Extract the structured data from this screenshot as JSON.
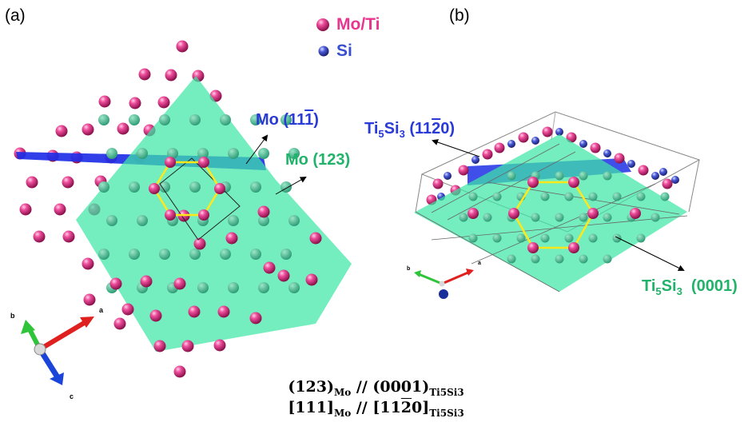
{
  "panels": {
    "a": "(a)",
    "b": "(b)"
  },
  "legend": [
    {
      "label": "Mo/Ti",
      "color": "#e8368f"
    },
    {
      "label": "Si",
      "color": "#3a4fd0"
    }
  ],
  "colors": {
    "mo_ti": "#e8368f",
    "si": "#3a4fd0",
    "green_plane": "#3ee6a6",
    "blue_plane": "#1f2fe6",
    "hexagon": "#ffe81a",
    "label_blue": "#2a3ad6",
    "label_green": "#21b36a"
  },
  "labels_a": {
    "mo_111_prefix": "Mo (11",
    "mo_111_bar": "1",
    "mo_111_suffix": ")",
    "mo_123": "Mo (123)"
  },
  "labels_b": {
    "ti5si3_1120_main": "Ti",
    "ti5si3_1120_sub1": "5",
    "ti5si3_1120_mid": "Si",
    "ti5si3_1120_sub2": "3",
    "ti5si3_1120_prefix": " (11",
    "ti5si3_1120_bar": "2",
    "ti5si3_1120_suffix": "0)",
    "ti5si3_0001_main": "Ti",
    "ti5si3_0001_sub1": "5",
    "ti5si3_0001_mid": "Si",
    "ti5si3_0001_sub2": "3",
    "ti5si3_0001_tail": "  (0001)"
  },
  "axes": {
    "a": "a",
    "b": "b",
    "c": "c"
  },
  "relation": {
    "line1_left": "(123)",
    "line1_sub1": "Mo",
    "line1_mid": " // (0001)",
    "line1_sub2": "Ti5Si3",
    "line2_left": "[111]",
    "line2_sub1": "Mo",
    "line2_mid_prefix": " // [11",
    "line2_mid_bar": "2",
    "line2_mid_suffix": "0]",
    "line2_sub2": "Ti5Si3"
  }
}
